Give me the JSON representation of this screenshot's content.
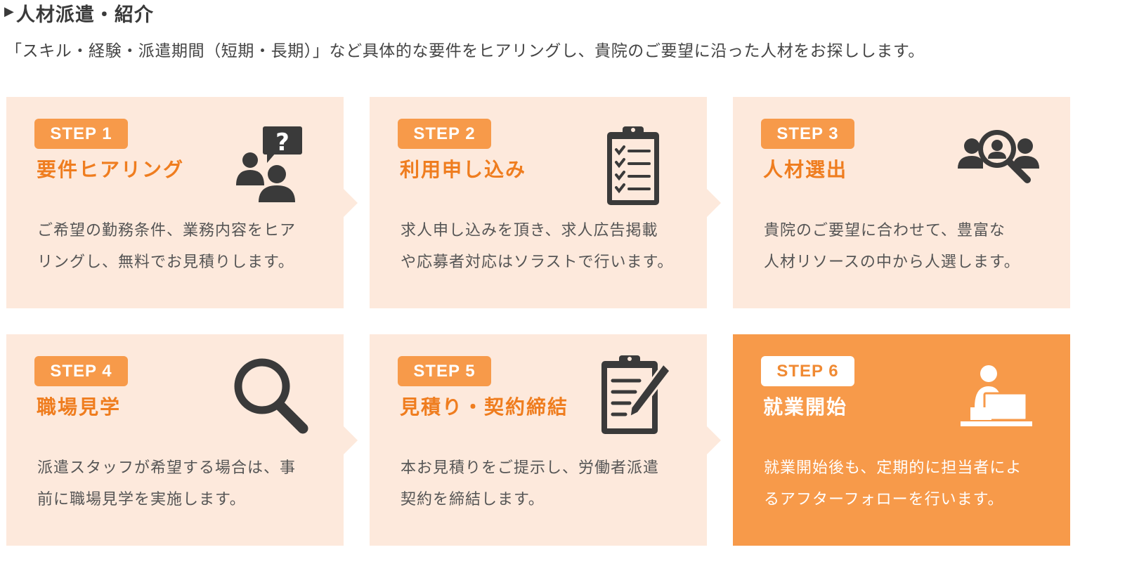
{
  "section": {
    "marker": "▶",
    "title": "人材派遣・紹介"
  },
  "intro": "「スキル・経験・派遣期間（短期・長期）」など具体的な要件をヒアリングし、貴院のご要望に沿った人材をお探しします。",
  "colors": {
    "accent": "#f79a4a",
    "title_orange": "#ef7d1f",
    "card_bg": "#fde9dc",
    "icon_dark": "#3a3a3a"
  },
  "steps": [
    {
      "badge": "STEP 1",
      "title": "要件ヒアリング",
      "desc": [
        "ご希望の勤務条件、業務内容をヒア",
        "リングし、無料でお見積りします。"
      ],
      "icon": "people-question-icon"
    },
    {
      "badge": "STEP 2",
      "title": "利用申し込み",
      "desc": [
        "求人申し込みを頂き、求人広告掲載",
        "や応募者対応はソラストで行います。"
      ],
      "icon": "clipboard-checklist-icon"
    },
    {
      "badge": "STEP 3",
      "title": "人材選出",
      "desc": [
        "貴院のご要望に合わせて、豊富な",
        "人材リソースの中から人選します。"
      ],
      "icon": "people-search-icon"
    },
    {
      "badge": "STEP 4",
      "title": "職場見学",
      "desc": [
        "派遣スタッフが希望する場合は、事",
        "前に職場見学を実施します。"
      ],
      "icon": "magnifier-icon"
    },
    {
      "badge": "STEP 5",
      "title": "見積り・契約締結",
      "desc": [
        "本お見積りをご提示し、労働者派遣",
        "契約を締結します。"
      ],
      "icon": "clipboard-pencil-icon"
    },
    {
      "badge": "STEP 6",
      "title": "就業開始",
      "desc": [
        "就業開始後も、定期的に担当者によ",
        "るアフターフォローを行います。"
      ],
      "icon": "person-desk-icon"
    }
  ]
}
